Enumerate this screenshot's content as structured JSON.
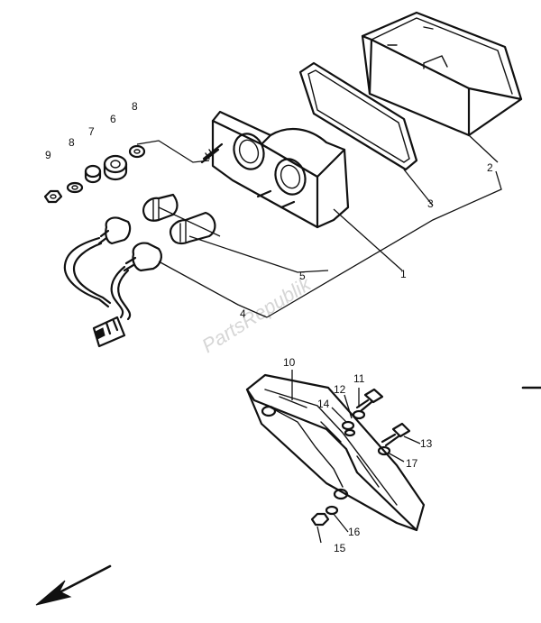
{
  "watermark": "PartsRepublik",
  "colors": {
    "line": "#111111",
    "background": "#ffffff",
    "watermark": "#d6d6d6"
  },
  "callouts": [
    {
      "id": "1",
      "text": "1"
    },
    {
      "id": "2",
      "text": "2"
    },
    {
      "id": "3",
      "text": "3"
    },
    {
      "id": "4",
      "text": "4"
    },
    {
      "id": "5",
      "text": "5"
    },
    {
      "id": "6",
      "text": "6"
    },
    {
      "id": "7",
      "text": "7"
    },
    {
      "id": "8a",
      "text": "8"
    },
    {
      "id": "8b",
      "text": "8"
    },
    {
      "id": "9",
      "text": "9"
    },
    {
      "id": "10",
      "text": "10"
    },
    {
      "id": "11",
      "text": "11"
    },
    {
      "id": "12",
      "text": "12"
    },
    {
      "id": "13",
      "text": "13"
    },
    {
      "id": "14",
      "text": "14"
    },
    {
      "id": "15",
      "text": "15"
    },
    {
      "id": "16",
      "text": "16"
    },
    {
      "id": "17",
      "text": "17"
    }
  ],
  "icons": {
    "direction": "front-direction-arrow-icon"
  }
}
